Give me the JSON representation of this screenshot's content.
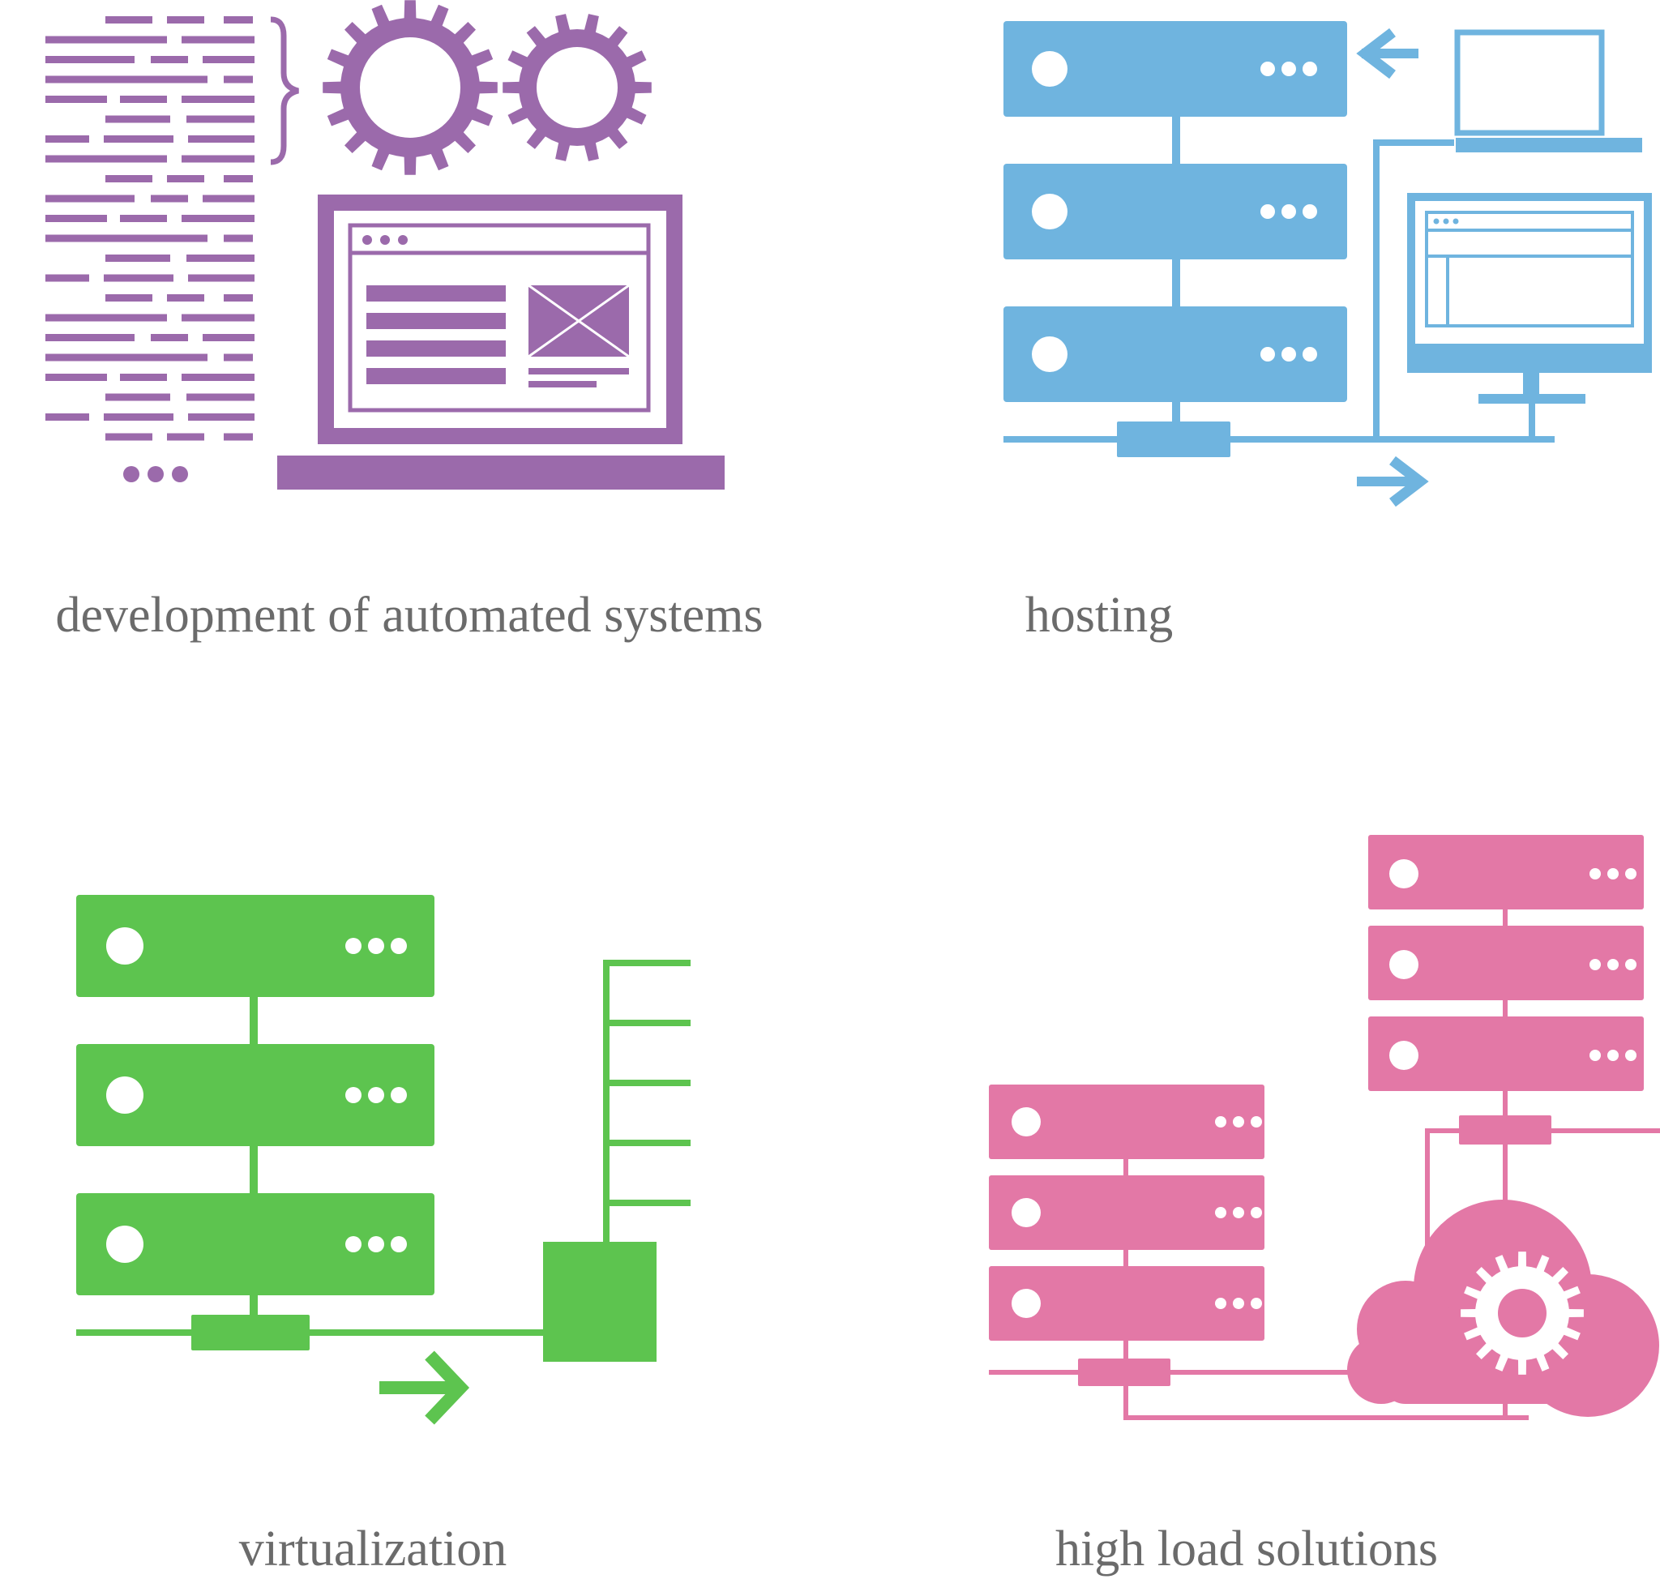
{
  "colors": {
    "purple": "#9b6aab",
    "blue": "#6fb4df",
    "green": "#5dc44f",
    "pink": "#e378a6",
    "caption": "#6b6b6b",
    "background": "#ffffff"
  },
  "panels": {
    "development": {
      "caption": "development of automated systems",
      "icon": "code-gears-laptop-icon"
    },
    "hosting": {
      "caption": "hosting",
      "icon": "server-rack-network-icon"
    },
    "virtualization": {
      "caption": "virtualization",
      "icon": "server-switch-icon"
    },
    "highload": {
      "caption": "high load solutions",
      "icon": "servers-cloud-gear-icon"
    }
  }
}
